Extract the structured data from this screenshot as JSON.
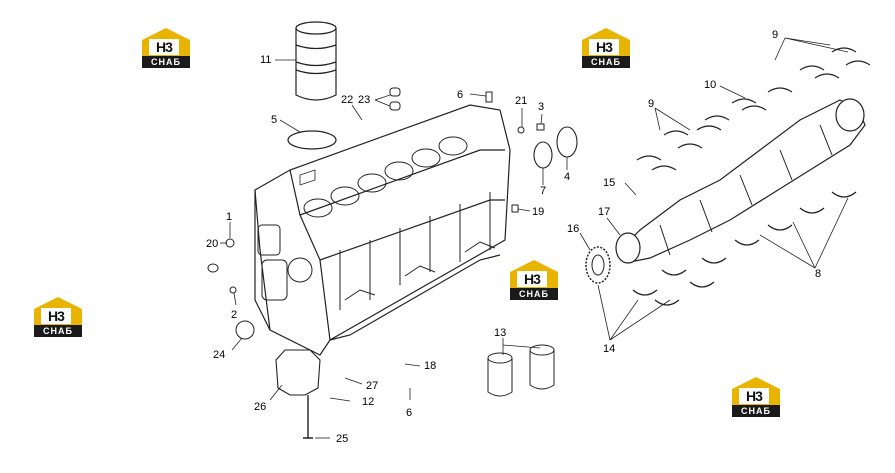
{
  "diagram": {
    "callouts": [
      {
        "id": "c11",
        "label": "11"
      },
      {
        "id": "c22",
        "label": "22"
      },
      {
        "id": "c23",
        "label": "23"
      },
      {
        "id": "c6a",
        "label": "6"
      },
      {
        "id": "c21",
        "label": "21"
      },
      {
        "id": "c3",
        "label": "3"
      },
      {
        "id": "c5",
        "label": "5"
      },
      {
        "id": "c7",
        "label": "7"
      },
      {
        "id": "c4",
        "label": "4"
      },
      {
        "id": "c1",
        "label": "1"
      },
      {
        "id": "c20",
        "label": "20"
      },
      {
        "id": "c19",
        "label": "19"
      },
      {
        "id": "c2",
        "label": "2"
      },
      {
        "id": "c24",
        "label": "24"
      },
      {
        "id": "c13",
        "label": "13"
      },
      {
        "id": "c18",
        "label": "18"
      },
      {
        "id": "c27",
        "label": "27"
      },
      {
        "id": "c26",
        "label": "26"
      },
      {
        "id": "c12",
        "label": "12"
      },
      {
        "id": "c6b",
        "label": "6"
      },
      {
        "id": "c25",
        "label": "25"
      },
      {
        "id": "c9a",
        "label": "9"
      },
      {
        "id": "c10",
        "label": "10"
      },
      {
        "id": "c9b",
        "label": "9"
      },
      {
        "id": "c15",
        "label": "15"
      },
      {
        "id": "c17",
        "label": "17"
      },
      {
        "id": "c16",
        "label": "16"
      },
      {
        "id": "c8",
        "label": "8"
      },
      {
        "id": "c14",
        "label": "14"
      }
    ]
  },
  "watermark": {
    "mark": "H3",
    "sub": "CHAБ",
    "accent": "#e8b400",
    "dark": "#1a1a1a"
  }
}
